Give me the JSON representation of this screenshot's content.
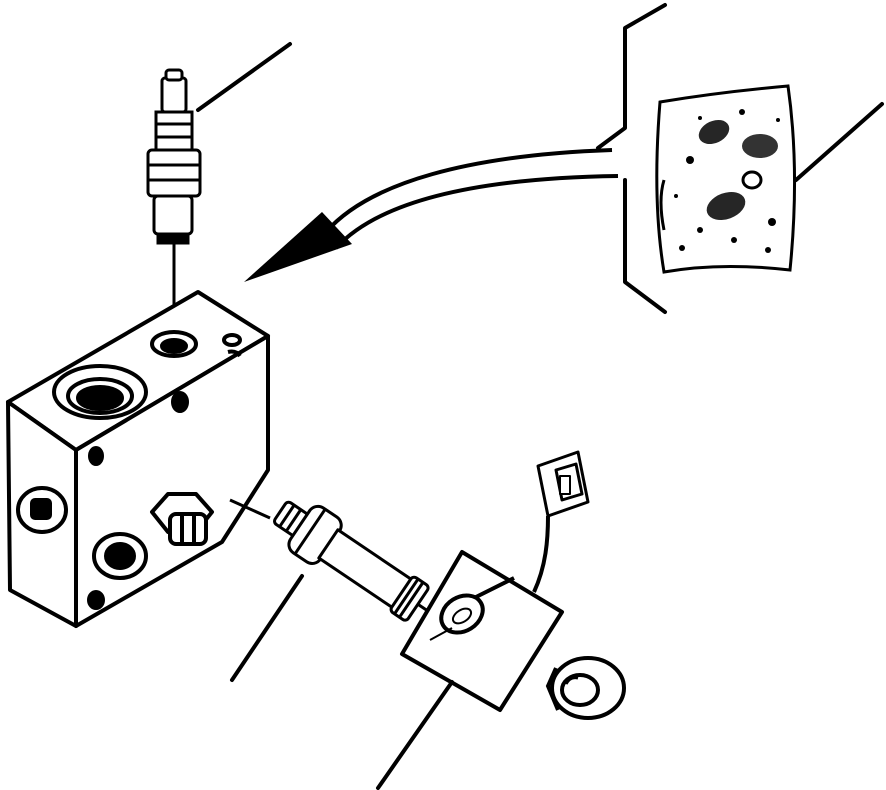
{
  "diagram": {
    "type": "exploded-parts-illustration",
    "background": "#ffffff",
    "ink": "#000000",
    "parts": [
      {
        "id": "relief-valve-cartridge",
        "leader": true
      },
      {
        "id": "valve-block",
        "leader": false
      },
      {
        "id": "solenoid-valve",
        "leader": true
      },
      {
        "id": "solenoid-coil",
        "leader": true
      },
      {
        "id": "electrical-connector",
        "leader": false
      },
      {
        "id": "retaining-nut",
        "leader": false
      },
      {
        "id": "detail-inset",
        "leader": true
      }
    ],
    "labels": []
  }
}
